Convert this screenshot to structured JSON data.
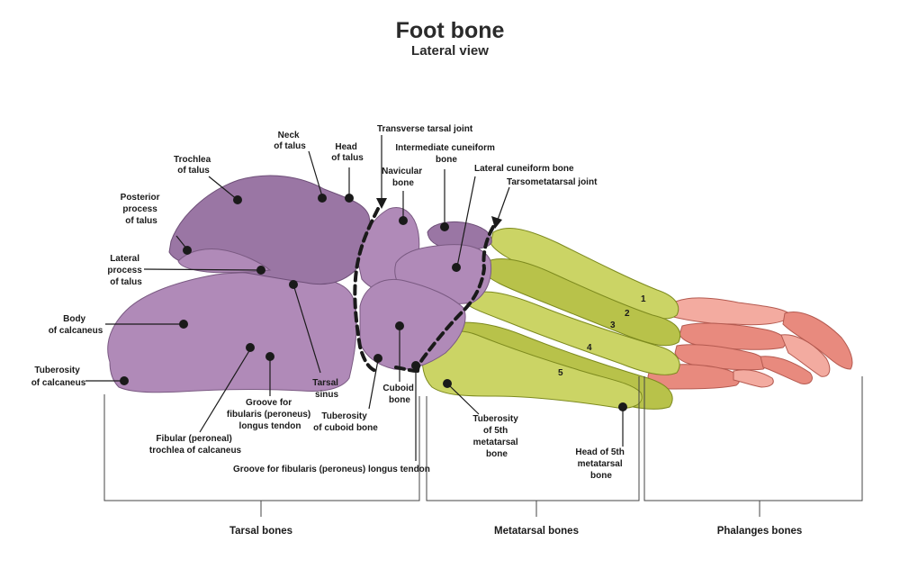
{
  "title": "Foot bone",
  "subtitle": "Lateral view",
  "labels": {
    "trochlea": [
      "Trochlea",
      "of talus"
    ],
    "neck": [
      "Neck",
      "of talus"
    ],
    "head": [
      "Head",
      "of talus"
    ],
    "transverse": "Transverse tarsal joint",
    "intermediate": [
      "Intermediate cuneiform",
      "bone"
    ],
    "navicular": [
      "Navicular",
      "bone"
    ],
    "lateral_cuneiform": "Lateral cuneiform bone",
    "tarsometatarsal": "Tarsometatarsal joint",
    "posterior_process": [
      "Posterior",
      "process",
      "of talus"
    ],
    "lateral_process": [
      "Lateral",
      "process",
      "of talus"
    ],
    "body_calcaneus": [
      "Body",
      "of calcaneus"
    ],
    "tuberosity_calcaneus": [
      "Tuberosity",
      "of calcaneus"
    ],
    "tarsal_sinus": [
      "Tarsal",
      "sinus"
    ],
    "groove_calcaneus": [
      "Groove for",
      "fibularis (peroneus)",
      "longus tendon"
    ],
    "cuboid": [
      "Cuboid",
      "bone"
    ],
    "tuberosity_cuboid": [
      "Tuberosity",
      "of cuboid bone"
    ],
    "fibular_trochlea": [
      "Fibular (peroneal)",
      "trochlea of calcaneus"
    ],
    "groove_cuboid": "Groove for fibularis (peroneus) longus tendon",
    "tuberosity_5th": [
      "Tuberosity",
      "of 5th",
      "metatarsal",
      "bone"
    ],
    "head_5th": [
      "Head of 5th",
      "metatarsal",
      "bone"
    ]
  },
  "metatarsal_numbers": [
    "1",
    "2",
    "3",
    "4",
    "5"
  ],
  "groups": {
    "tarsal": "Tarsal bones",
    "metatarsal": "Metatarsal bones",
    "phalanges": "Phalanges bones"
  },
  "colors": {
    "tarsal": "#b08ab8",
    "metatarsal": "#b8c24a",
    "phalanges": "#e88a7e"
  }
}
